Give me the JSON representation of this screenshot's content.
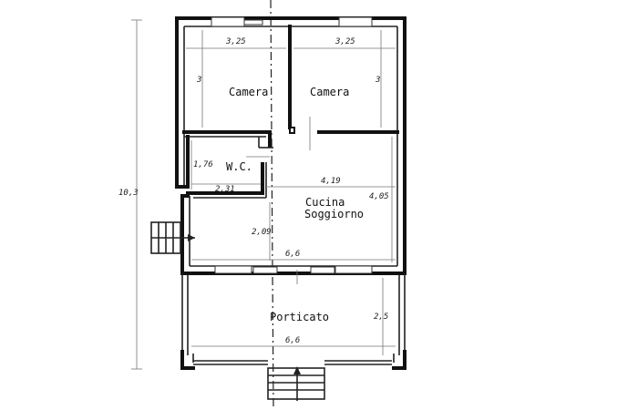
{
  "rooms": {
    "camera_left": "Camera",
    "camera_right": "Camera",
    "wc": "W.C.",
    "cucina_line1": "Cucina",
    "cucina_line2": "Soggiorno",
    "porticato": "Porticato"
  },
  "dimensions": {
    "total_height": "10,3",
    "camera_left_width": "3,25",
    "camera_right_width": "3,25",
    "camera_left_depth": "3",
    "camera_right_depth": "3",
    "wc_depth": "1,76",
    "wc_width": "2,31",
    "cucina_width": "4,19",
    "cucina_depth": "4,05",
    "soggiorno_depth": "2,09",
    "house_width": "6,6",
    "porticato_width": "6,6",
    "porticato_depth": "2,5"
  }
}
